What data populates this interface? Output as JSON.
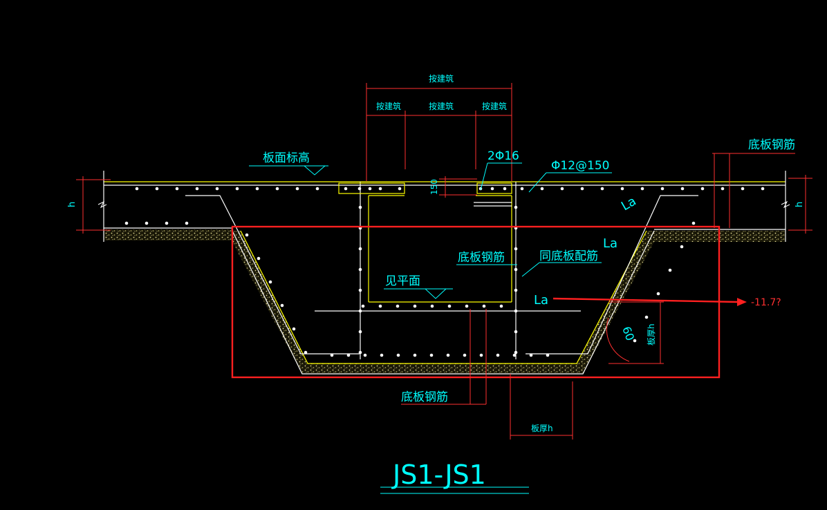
{
  "colors": {
    "background": "#000000",
    "structure": "#ffffff",
    "slab_edge": "#ffff00",
    "gravel": "#d8d080",
    "dimension": "#ff3030",
    "text": "#00ffff",
    "highlight_box": "#ff2020"
  },
  "labels": {
    "dim_top": "按建筑",
    "dim_left": "按建筑",
    "dim_mid": "按建筑",
    "dim_right": "按建筑",
    "slab_top_elev": "板面标高",
    "rebar_2d16": "2Φ16",
    "rebar_d12": "Φ12@150",
    "dim_150": "150",
    "bottom_rebar_right": "底板钢筋",
    "h_left": "h",
    "h_right": "h",
    "la_1": "La",
    "la_2": "La",
    "la_3": "La",
    "bottom_rebar_inner": "底板钢筋",
    "same_as_bottom": "同底板配筋",
    "see_plan": "见平面",
    "angle_60": "60",
    "slab_thk_h_vert": "板厚h",
    "bottom_rebar_lower": "底板钢筋",
    "slab_thk_h": "板厚h",
    "section_title": "JS1-JS1",
    "annotation_value": "-11.7?"
  }
}
